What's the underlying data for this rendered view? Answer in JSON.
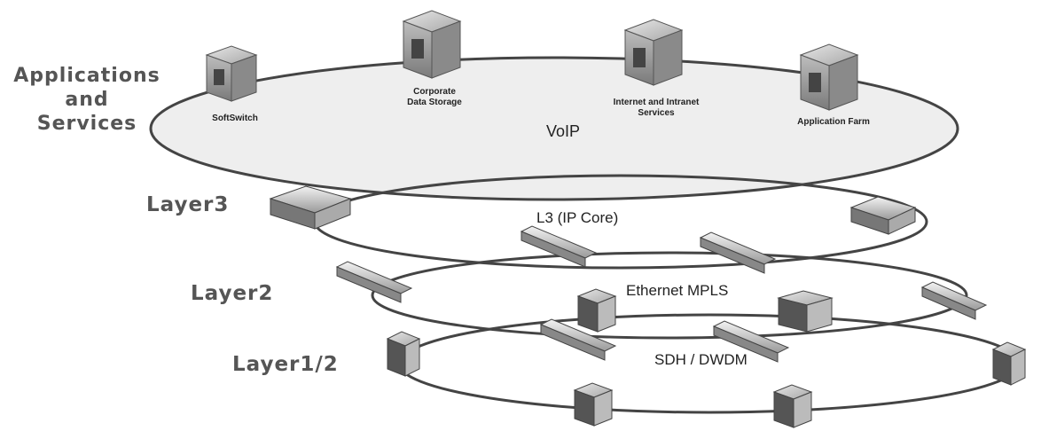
{
  "layers": {
    "applications": "Applications and Services",
    "applications_lines": [
      "Applications",
      "and",
      "Services"
    ],
    "layer3": "Layer3",
    "layer2": "Layer2",
    "layer1": "Layer1/2"
  },
  "rings": {
    "voip": "VoIP",
    "l3": "L3 (IP Core)",
    "l2": "Ethernet MPLS",
    "l1": "SDH / DWDM"
  },
  "servers": [
    {
      "label": "SoftSwitch"
    },
    {
      "label": "Corporate Data Storage",
      "lines": [
        "Corporate",
        "Data Storage"
      ]
    },
    {
      "label": "Internet and Intranet Services",
      "lines": [
        "Internet and Intranet",
        "Services"
      ]
    },
    {
      "label": "Application Farm"
    }
  ],
  "colors": {
    "ellipse_fill": "#eeeeee",
    "ellipse_stroke": "#444444",
    "server_light": "#cfcfcf",
    "server_dark": "#6a6a6a"
  }
}
